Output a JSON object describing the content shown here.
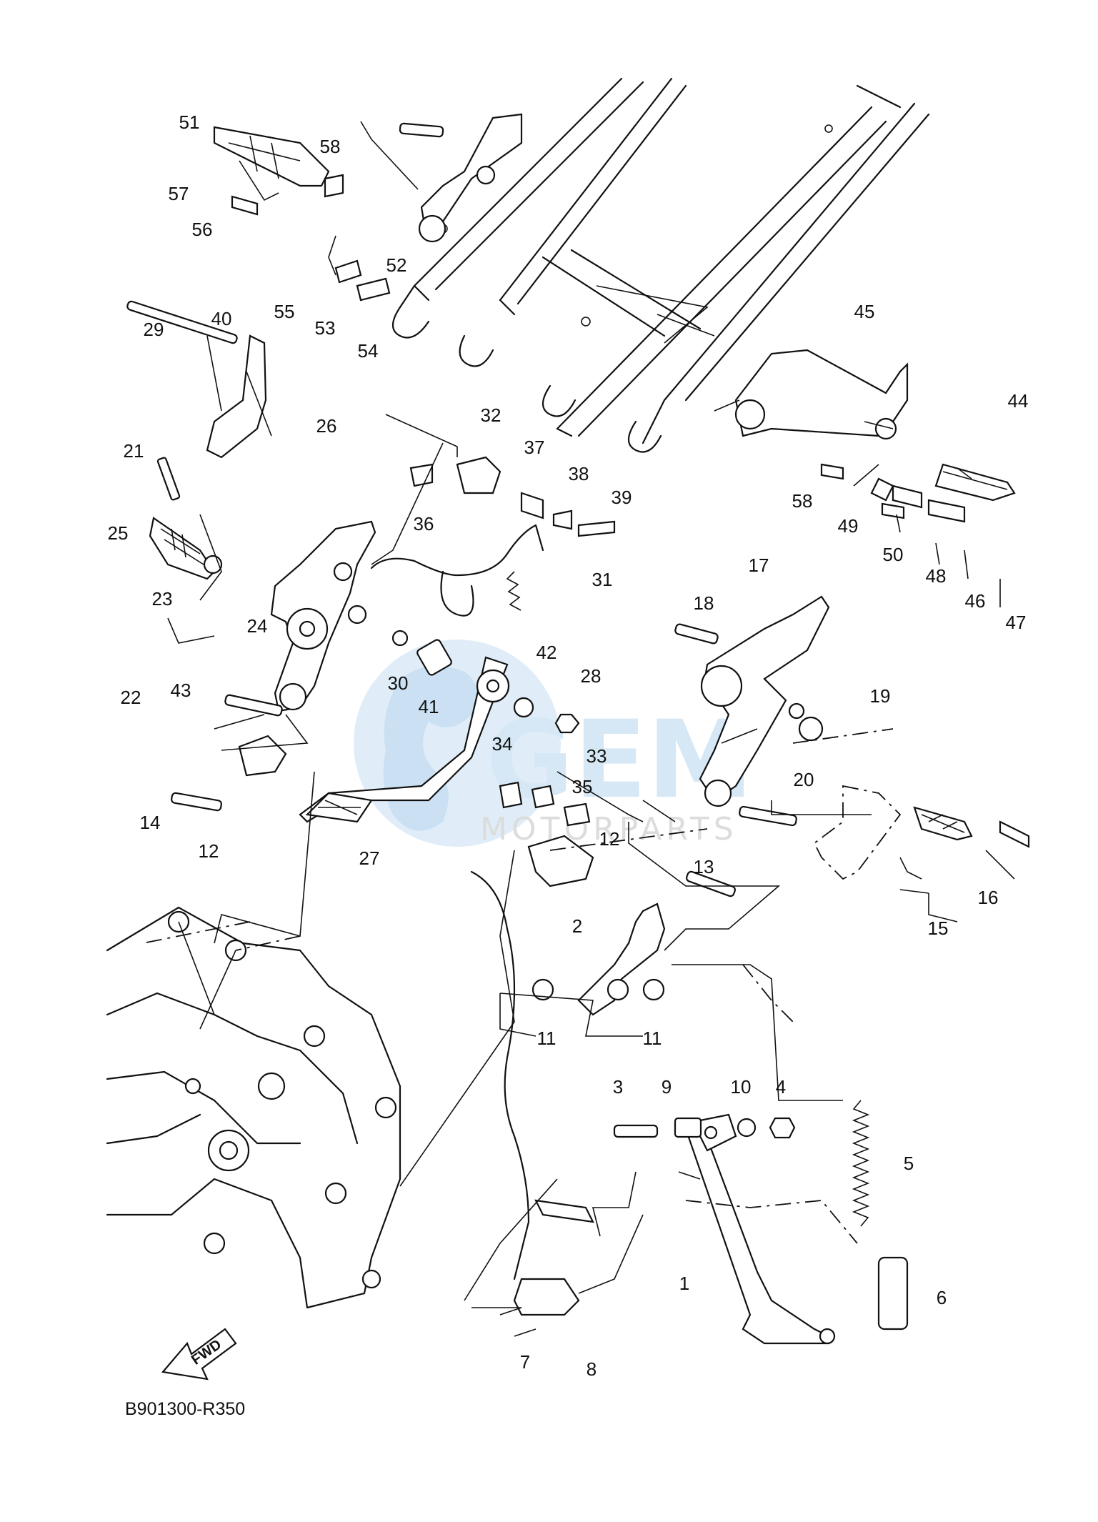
{
  "diagram_code": "B901300-R350",
  "fwd_label": "FWD",
  "watermark": {
    "brand": "GEM",
    "sub": "MOTORPARTS",
    "primary_color": "#9ec9ea",
    "secondary_color": "#bdbdbd"
  },
  "callouts": [
    "1",
    "2",
    "3",
    "4",
    "5",
    "6",
    "7",
    "8",
    "9",
    "10",
    "11",
    "11",
    "12",
    "12",
    "13",
    "14",
    "15",
    "16",
    "17",
    "18",
    "19",
    "20",
    "21",
    "22",
    "23",
    "24",
    "25",
    "26",
    "27",
    "28",
    "29",
    "30",
    "31",
    "32",
    "33",
    "34",
    "35",
    "36",
    "37",
    "38",
    "39",
    "40",
    "41",
    "42",
    "43",
    "44",
    "45",
    "46",
    "47",
    "48",
    "49",
    "50",
    "51",
    "52",
    "53",
    "54",
    "55",
    "56",
    "57",
    "58",
    "58"
  ]
}
